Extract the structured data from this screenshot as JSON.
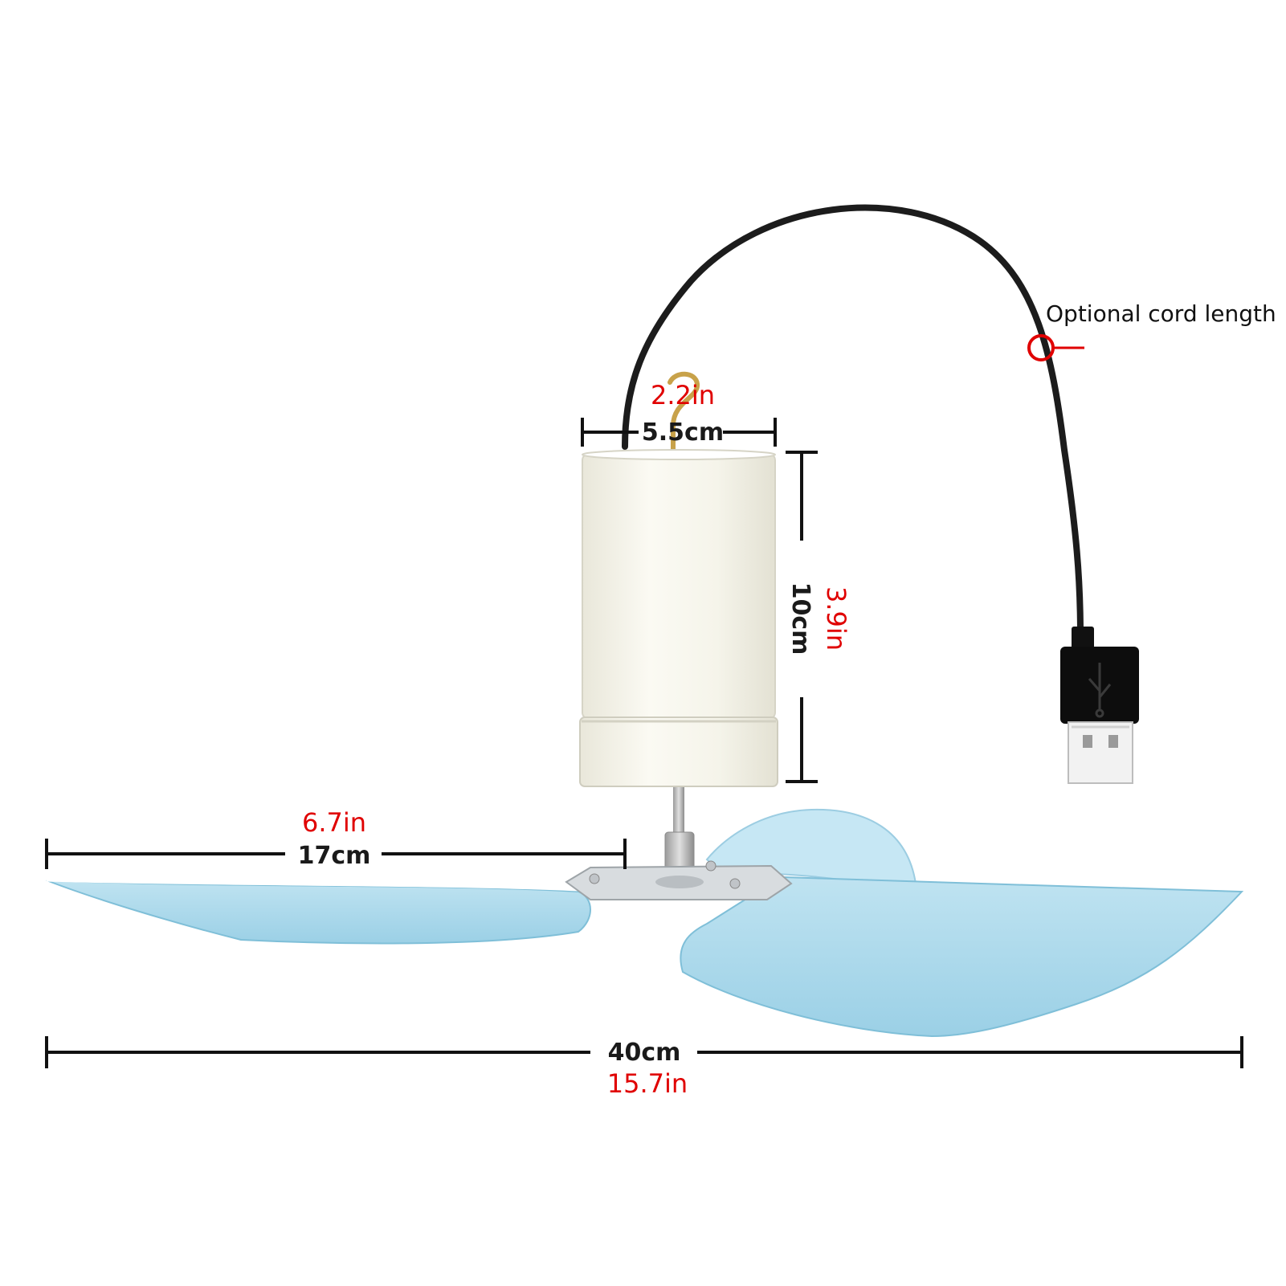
{
  "colors": {
    "blade_fill": "#a8d8ea",
    "blade_edge": "#7fbfd8",
    "motor_body": "#f7f6ee",
    "cord": "#1c1c1c",
    "imperial_label": "#e00000",
    "metric_label": "#1a1a1a",
    "annotation_marker": "#e00000",
    "hook": "#c8a24a"
  },
  "icons": [
    "usb-plug-icon",
    "usb-trident-icon",
    "hanging-hook-icon"
  ],
  "dimensions": {
    "top_width": {
      "metric": "5.5cm",
      "imperial": "2.2in"
    },
    "motor_height": {
      "metric": "10cm",
      "imperial": "3.9in"
    },
    "blade_length": {
      "metric": "17cm",
      "imperial": "6.7in"
    },
    "total_span": {
      "metric": "40cm",
      "imperial": "15.7in"
    }
  },
  "annotations": {
    "cord": "Optional cord length"
  }
}
